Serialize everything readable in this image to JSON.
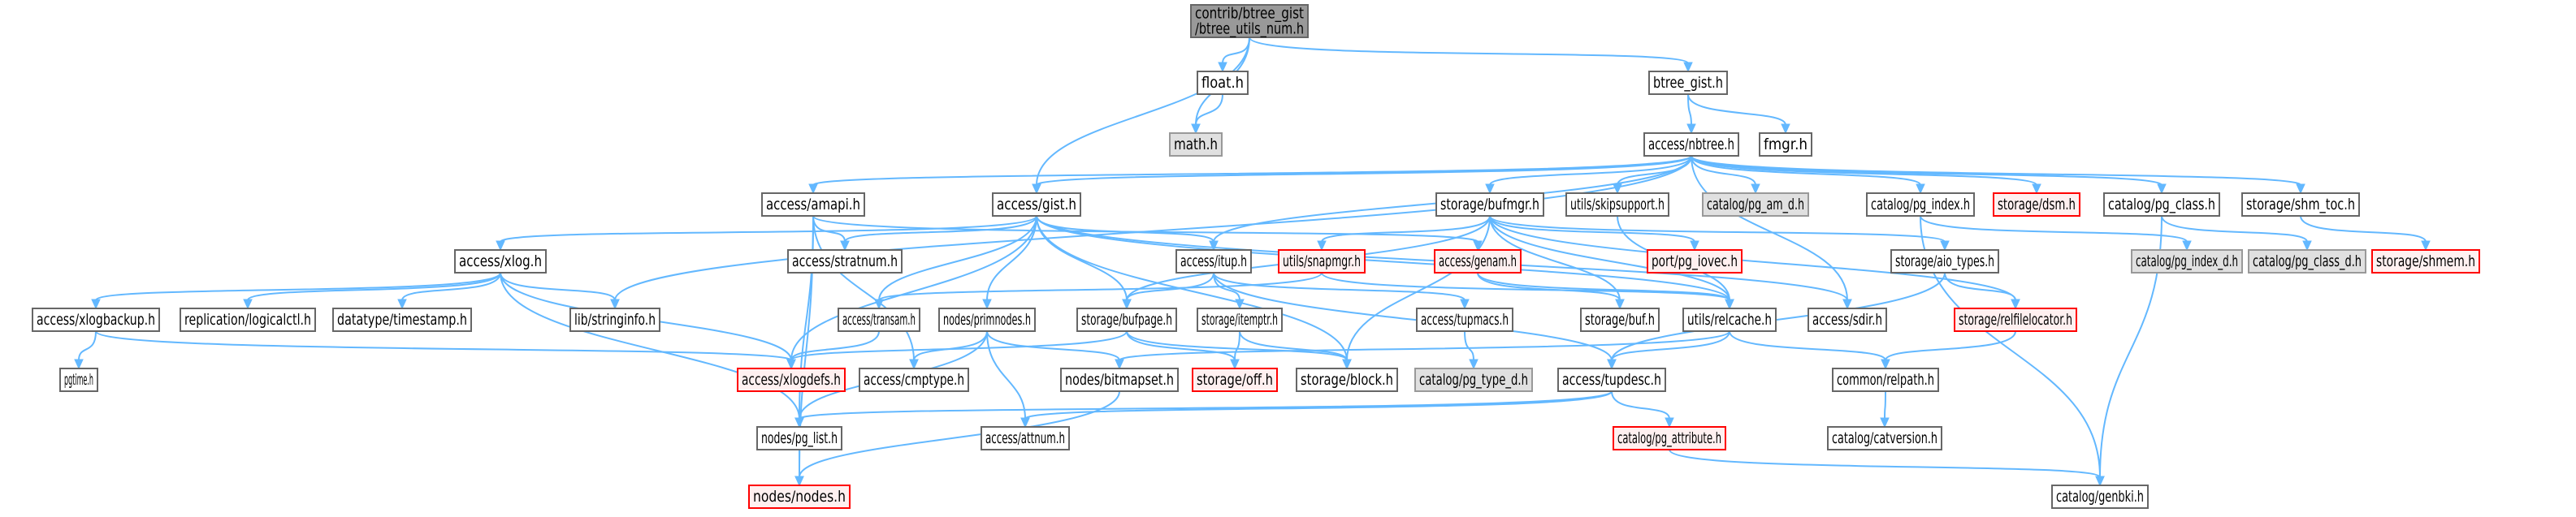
{
  "title": "Include dependency graph for btree_utils_num.h",
  "styles": {
    "root": {
      "fill": "#999999",
      "stroke": "#666666"
    },
    "normal": {
      "fill": "#ffffff",
      "stroke": "#666666"
    },
    "external": {
      "fill": "#e0e0e0",
      "stroke": "#999999"
    },
    "truncated": {
      "fill": "#fff0f0",
      "stroke": "#ff0000"
    },
    "edge": "#63b8ff"
  },
  "nodes": [
    {
      "id": "root",
      "label": [
        "contrib/btree_gist",
        "/btree_utils_num.h"
      ],
      "kind": "root"
    },
    {
      "id": "float",
      "label": [
        "float.h"
      ],
      "kind": "normal"
    },
    {
      "id": "btree_gist",
      "label": [
        "btree_gist.h"
      ],
      "kind": "normal"
    },
    {
      "id": "math",
      "label": [
        "math.h"
      ],
      "kind": "external"
    },
    {
      "id": "nbtree",
      "label": [
        "access/nbtree.h"
      ],
      "kind": "normal"
    },
    {
      "id": "fmgr",
      "label": [
        "fmgr.h"
      ],
      "kind": "normal"
    },
    {
      "id": "amapi",
      "label": [
        "access/amapi.h"
      ],
      "kind": "normal"
    },
    {
      "id": "gist",
      "label": [
        "access/gist.h"
      ],
      "kind": "normal"
    },
    {
      "id": "bufmgr",
      "label": [
        "storage/bufmgr.h"
      ],
      "kind": "normal"
    },
    {
      "id": "skipsupport",
      "label": [
        "utils/skipsupport.h"
      ],
      "kind": "normal"
    },
    {
      "id": "pg_am_d",
      "label": [
        "catalog/pg_am_d.h"
      ],
      "kind": "external"
    },
    {
      "id": "pg_index",
      "label": [
        "catalog/pg_index.h"
      ],
      "kind": "normal"
    },
    {
      "id": "dsm",
      "label": [
        "storage/dsm.h"
      ],
      "kind": "truncated"
    },
    {
      "id": "pg_class",
      "label": [
        "catalog/pg_class.h"
      ],
      "kind": "normal"
    },
    {
      "id": "shm_toc",
      "label": [
        "storage/shm_toc.h"
      ],
      "kind": "normal"
    },
    {
      "id": "xlog",
      "label": [
        "access/xlog.h"
      ],
      "kind": "normal"
    },
    {
      "id": "stratnum",
      "label": [
        "access/stratnum.h"
      ],
      "kind": "normal"
    },
    {
      "id": "itup",
      "label": [
        "access/itup.h"
      ],
      "kind": "normal"
    },
    {
      "id": "snapmgr",
      "label": [
        "utils/snapmgr.h"
      ],
      "kind": "truncated"
    },
    {
      "id": "genam",
      "label": [
        "access/genam.h"
      ],
      "kind": "truncated"
    },
    {
      "id": "pg_iovec",
      "label": [
        "port/pg_iovec.h"
      ],
      "kind": "truncated"
    },
    {
      "id": "aio_types",
      "label": [
        "storage/aio_types.h"
      ],
      "kind": "normal"
    },
    {
      "id": "pg_index_d",
      "label": [
        "catalog/pg_index_d.h"
      ],
      "kind": "external"
    },
    {
      "id": "pg_class_d",
      "label": [
        "catalog/pg_class_d.h"
      ],
      "kind": "external"
    },
    {
      "id": "shmem",
      "label": [
        "storage/shmem.h"
      ],
      "kind": "truncated"
    },
    {
      "id": "xlogbackup",
      "label": [
        "access/xlogbackup.h"
      ],
      "kind": "normal"
    },
    {
      "id": "logicalctl",
      "label": [
        "replication/logicalctl.h"
      ],
      "kind": "normal"
    },
    {
      "id": "timestamp",
      "label": [
        "datatype/timestamp.h"
      ],
      "kind": "normal"
    },
    {
      "id": "stringinfo",
      "label": [
        "lib/stringinfo.h"
      ],
      "kind": "normal"
    },
    {
      "id": "transam",
      "label": [
        "access/transam.h"
      ],
      "kind": "normal"
    },
    {
      "id": "primnodes",
      "label": [
        "nodes/primnodes.h"
      ],
      "kind": "normal"
    },
    {
      "id": "bufpage",
      "label": [
        "storage/bufpage.h"
      ],
      "kind": "normal"
    },
    {
      "id": "itemptr",
      "label": [
        "storage/itemptr.h"
      ],
      "kind": "normal"
    },
    {
      "id": "tupmacs",
      "label": [
        "access/tupmacs.h"
      ],
      "kind": "normal"
    },
    {
      "id": "buf",
      "label": [
        "storage/buf.h"
      ],
      "kind": "normal"
    },
    {
      "id": "relcache",
      "label": [
        "utils/relcache.h"
      ],
      "kind": "normal"
    },
    {
      "id": "sdir",
      "label": [
        "access/sdir.h"
      ],
      "kind": "normal"
    },
    {
      "id": "relfilelocator",
      "label": [
        "storage/relfilelocator.h"
      ],
      "kind": "truncated"
    },
    {
      "id": "pgtime",
      "label": [
        "pgtime.h"
      ],
      "kind": "normal"
    },
    {
      "id": "xlogdefs",
      "label": [
        "access/xlogdefs.h"
      ],
      "kind": "truncated"
    },
    {
      "id": "cmptype",
      "label": [
        "access/cmptype.h"
      ],
      "kind": "normal"
    },
    {
      "id": "bitmapset",
      "label": [
        "nodes/bitmapset.h"
      ],
      "kind": "normal"
    },
    {
      "id": "off",
      "label": [
        "storage/off.h"
      ],
      "kind": "truncated"
    },
    {
      "id": "block",
      "label": [
        "storage/block.h"
      ],
      "kind": "normal"
    },
    {
      "id": "pg_type_d",
      "label": [
        "catalog/pg_type_d.h"
      ],
      "kind": "external"
    },
    {
      "id": "tupdesc",
      "label": [
        "access/tupdesc.h"
      ],
      "kind": "normal"
    },
    {
      "id": "relpath",
      "label": [
        "common/relpath.h"
      ],
      "kind": "normal"
    },
    {
      "id": "pg_list",
      "label": [
        "nodes/pg_list.h"
      ],
      "kind": "normal"
    },
    {
      "id": "attnum",
      "label": [
        "access/attnum.h"
      ],
      "kind": "normal"
    },
    {
      "id": "pg_attribute",
      "label": [
        "catalog/pg_attribute.h"
      ],
      "kind": "truncated"
    },
    {
      "id": "catversion",
      "label": [
        "catalog/catversion.h"
      ],
      "kind": "normal"
    },
    {
      "id": "nodes",
      "label": [
        "nodes/nodes.h"
      ],
      "kind": "truncated"
    },
    {
      "id": "genbki",
      "label": [
        "catalog/genbki.h"
      ],
      "kind": "normal"
    }
  ],
  "edges": [
    [
      "root",
      "float"
    ],
    [
      "root",
      "math"
    ],
    [
      "root",
      "btree_gist"
    ],
    [
      "root",
      "gist"
    ],
    [
      "float",
      "math"
    ],
    [
      "btree_gist",
      "nbtree"
    ],
    [
      "btree_gist",
      "fmgr"
    ],
    [
      "nbtree",
      "amapi"
    ],
    [
      "nbtree",
      "gist"
    ],
    [
      "nbtree",
      "bufmgr"
    ],
    [
      "nbtree",
      "skipsupport"
    ],
    [
      "nbtree",
      "pg_am_d"
    ],
    [
      "nbtree",
      "pg_index"
    ],
    [
      "nbtree",
      "dsm"
    ],
    [
      "nbtree",
      "pg_class"
    ],
    [
      "nbtree",
      "shm_toc"
    ],
    [
      "nbtree",
      "itup"
    ],
    [
      "nbtree",
      "stringinfo"
    ],
    [
      "nbtree",
      "sdir"
    ],
    [
      "amapi",
      "stratnum"
    ],
    [
      "amapi",
      "genam"
    ],
    [
      "amapi",
      "pg_list"
    ],
    [
      "amapi",
      "cmptype"
    ],
    [
      "amapi",
      "nodes"
    ],
    [
      "gist",
      "xlog"
    ],
    [
      "gist",
      "stratnum"
    ],
    [
      "gist",
      "itup"
    ],
    [
      "gist",
      "transam"
    ],
    [
      "gist",
      "primnodes"
    ],
    [
      "gist",
      "bufpage"
    ],
    [
      "gist",
      "xlogdefs"
    ],
    [
      "gist",
      "block"
    ],
    [
      "gist",
      "relcache"
    ],
    [
      "gist",
      "sdir"
    ],
    [
      "bufmgr",
      "snapmgr"
    ],
    [
      "bufmgr",
      "pg_iovec"
    ],
    [
      "bufmgr",
      "aio_types"
    ],
    [
      "bufmgr",
      "buf"
    ],
    [
      "bufmgr",
      "bufpage"
    ],
    [
      "bufmgr",
      "block"
    ],
    [
      "bufmgr",
      "relcache"
    ],
    [
      "bufmgr",
      "relfilelocator"
    ],
    [
      "skipsupport",
      "relcache"
    ],
    [
      "pg_index",
      "pg_index_d"
    ],
    [
      "pg_index",
      "genbki"
    ],
    [
      "pg_class",
      "pg_class_d"
    ],
    [
      "pg_class",
      "genbki"
    ],
    [
      "shm_toc",
      "shmem"
    ],
    [
      "xlog",
      "xlogbackup"
    ],
    [
      "xlog",
      "logicalctl"
    ],
    [
      "xlog",
      "timestamp"
    ],
    [
      "xlog",
      "stringinfo"
    ],
    [
      "xlog",
      "xlogdefs"
    ],
    [
      "xlog",
      "pg_list"
    ],
    [
      "itup",
      "bufpage"
    ],
    [
      "itup",
      "itemptr"
    ],
    [
      "itup",
      "tupmacs"
    ],
    [
      "itup",
      "tupdesc"
    ],
    [
      "snapmgr",
      "relcache"
    ],
    [
      "snapmgr",
      "transam"
    ],
    [
      "genam",
      "buf"
    ],
    [
      "genam",
      "relcache"
    ],
    [
      "aio_types",
      "relfilelocator"
    ],
    [
      "aio_types",
      "tupdesc"
    ],
    [
      "xlogbackup",
      "pgtime"
    ],
    [
      "xlogbackup",
      "xlogdefs"
    ],
    [
      "transam",
      "xlogdefs"
    ],
    [
      "primnodes",
      "cmptype"
    ],
    [
      "primnodes",
      "bitmapset"
    ],
    [
      "primnodes",
      "pg_list"
    ],
    [
      "primnodes",
      "attnum"
    ],
    [
      "bufpage",
      "xlogdefs"
    ],
    [
      "bufpage",
      "off"
    ],
    [
      "bufpage",
      "block"
    ],
    [
      "itemptr",
      "off"
    ],
    [
      "itemptr",
      "block"
    ],
    [
      "tupmacs",
      "pg_type_d"
    ],
    [
      "relcache",
      "bitmapset"
    ],
    [
      "relcache",
      "tupdesc"
    ],
    [
      "relcache",
      "relpath"
    ],
    [
      "relfilelocator",
      "relpath"
    ],
    [
      "tupdesc",
      "pg_list"
    ],
    [
      "tupdesc",
      "attnum"
    ],
    [
      "tupdesc",
      "pg_attribute"
    ],
    [
      "relpath",
      "catversion"
    ],
    [
      "pg_list",
      "nodes"
    ],
    [
      "bitmapset",
      "nodes"
    ],
    [
      "pg_attribute",
      "genbki"
    ]
  ]
}
